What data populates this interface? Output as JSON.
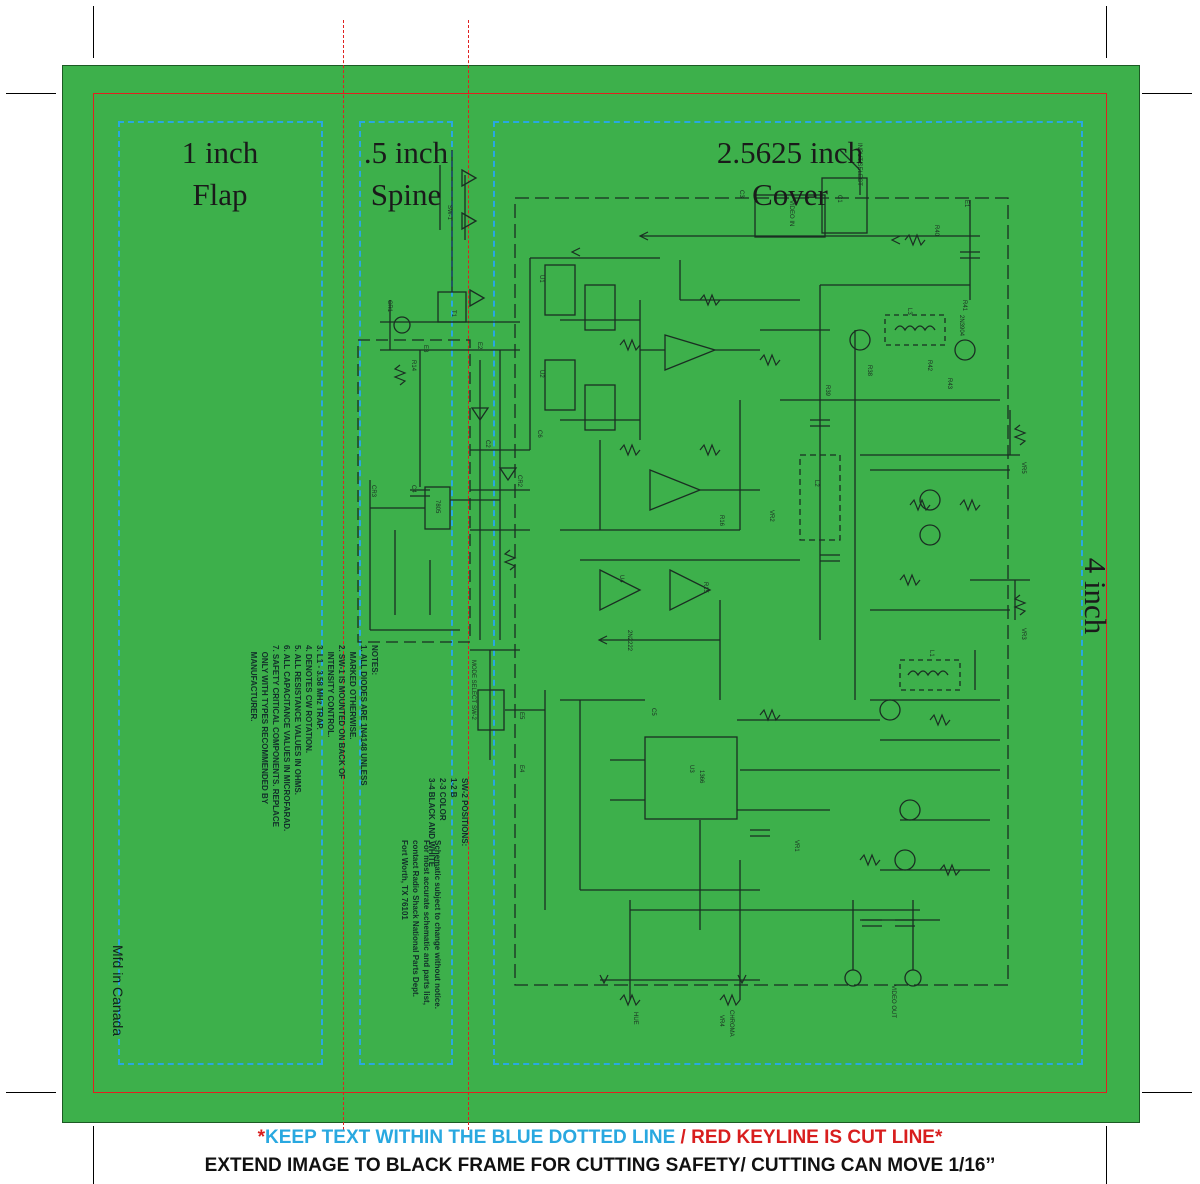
{
  "panels": {
    "flap": {
      "line1": "1 inch",
      "line2": "Flap"
    },
    "spine": {
      "line1": ".5 inch",
      "line2": "Spine"
    },
    "cover": {
      "line1": "2.5625 inch",
      "line2": "Cover"
    },
    "height_label": "4 inch"
  },
  "schematic": {
    "labels": [
      "INPUT SELECT",
      "SW-1",
      "VIDEO IN",
      "R40",
      "R41",
      "R42",
      "R43",
      "R14",
      "R15",
      "R16",
      "R38",
      "R39",
      "7805",
      "U1",
      "U2",
      "U3",
      "U4",
      "1366",
      "2N3904",
      "2N2222",
      "L1",
      "L2",
      "L3",
      "CR1",
      "CR2",
      "CR3",
      "VR1",
      "VR2",
      "VR3",
      "VR4",
      "VR5",
      "HUE",
      "CHROMA",
      "VIDEO OUT",
      "MODE SELECT",
      "SW-2",
      "T1",
      "E1",
      "E2",
      "E3",
      "E4",
      "E5",
      "C1",
      "C2",
      "C3",
      "C4",
      "C5",
      "C6"
    ],
    "notes": "NOTES:\n1. ALL DIODES ARE 1N4148 UNLESS\n   MARKED OTHERWISE.\n2. SW-1 IS MOUNTED ON BACK OF\n   INTENSITY CONTROL.\n3. L1 - 3.58 MHz TRAP.\n4. DENOTES CW ROTATION.\n5. ALL RESISTANCE VALUES IN OHMS.\n6. ALL CAPACITANCE VALUES IN MICROFARAD.\n7. SAFETY CRITICAL COMPONENTS. REPLACE\n   ONLY WITH TYPES RECOMMENDED BY\n   MANUFACTURER.",
    "sw2_positions": "SW-2 POSITIONS:\n1-2 B\n2-3 COLOR\n3-4 BLACK AND WHITE",
    "disclaimer": "Schematic subject to change without notice.\nFor most accurate schematic and parts list,\ncontact Radio Shack National Parts Dept.\nFort Worth, TX 76101"
  },
  "mfd": "Mfd in Canada",
  "footer": {
    "line1": {
      "star_open": "*",
      "blue_part": "KEEP TEXT WITHIN THE BLUE DOTTED LINE",
      "red_part": " / RED KEYLINE IS CUT LINE",
      "star_close": "*"
    },
    "line2": "EXTEND IMAGE TO BLACK FRAME FOR CUTTING SAFETY/ CUTTING CAN MOVE 1/16’’"
  },
  "colors": {
    "background_green": "#3db04b",
    "keyline_red": "#e02020",
    "safe_blue": "#29a8e0",
    "schematic_ink": "#1a2e22"
  }
}
